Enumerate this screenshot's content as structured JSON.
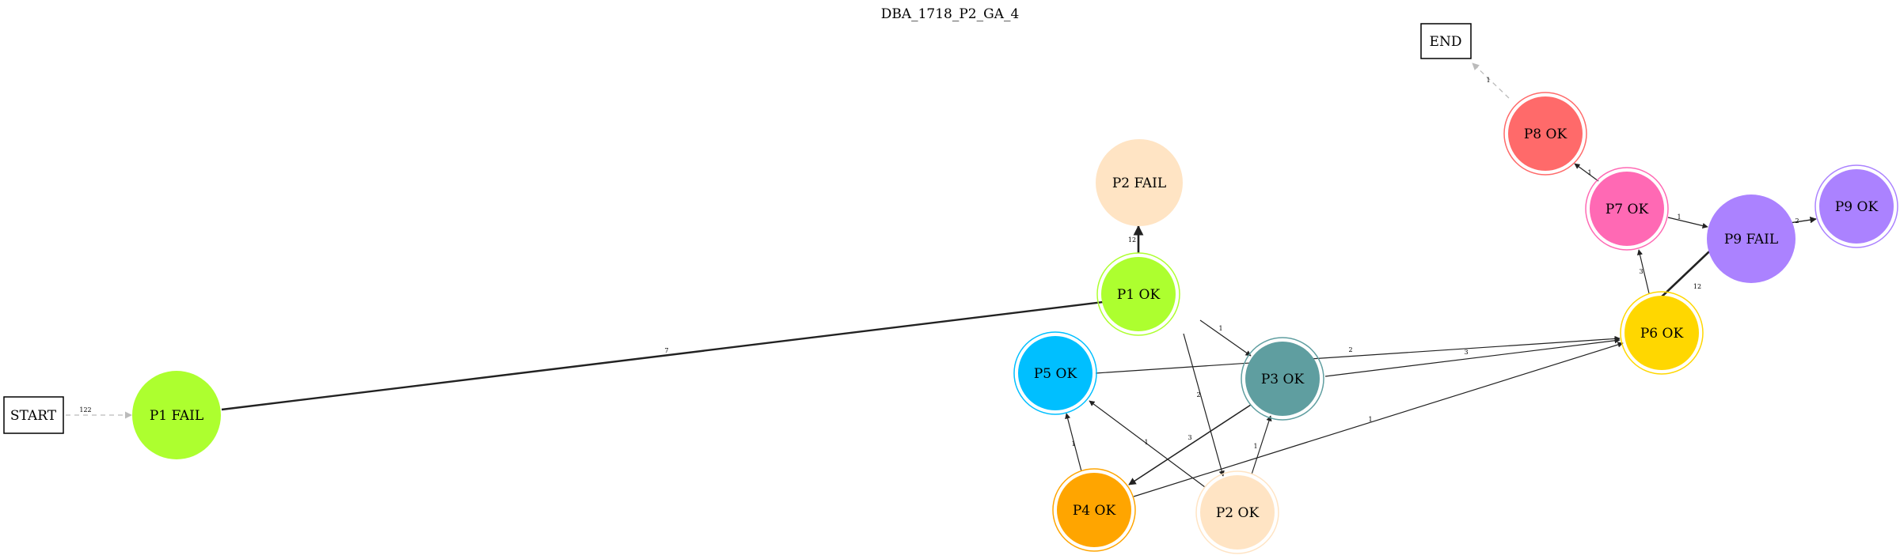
{
  "title": "DBA_1718_P2_GA_4",
  "colors": {
    "lime": "#adff2f",
    "peach": "#ffe4c4",
    "teal": "#5f9ea0",
    "cyan": "#00bfff",
    "orange": "#ffa500",
    "gold": "#ffd700",
    "pink": "#ff69b4",
    "salmon": "#ff6a6a",
    "purple": "#ab82ff",
    "edge": "#222222",
    "dashed": "#bbbbbb"
  },
  "nodes": {
    "start": {
      "label": "START"
    },
    "end": {
      "label": "END"
    },
    "p1_fail": {
      "label": "P1 FAIL"
    },
    "p1_ok": {
      "label": "P1 OK"
    },
    "p2_fail": {
      "label": "P2 FAIL"
    },
    "p5_ok": {
      "label": "P5 OK"
    },
    "p3_ok": {
      "label": "P3 OK"
    },
    "p4_ok": {
      "label": "P4 OK"
    },
    "p2_ok": {
      "label": "P2 OK"
    },
    "p6_ok": {
      "label": "P6 OK"
    },
    "p7_ok": {
      "label": "P7 OK"
    },
    "p8_ok": {
      "label": "P8 OK"
    },
    "p9_fail": {
      "label": "P9 FAIL"
    },
    "p9_ok": {
      "label": "P9 OK"
    }
  },
  "edges": {
    "start_p1fail": "122",
    "p1fail_p1ok": "7",
    "p1ok_p2fail": "12",
    "p1ok_p3ok": "1",
    "p1ok_p2ok": "2",
    "p5ok_p6ok": "2",
    "p3ok_p6ok": "3",
    "p3ok_p4ok": "3",
    "p4ok_p5ok": "1",
    "p4ok_p6ok": "1",
    "p2ok_p5ok": "1",
    "p2ok_p3ok": "1",
    "p6ok_p7ok": "3",
    "p6ok_p9fail": "12",
    "p7ok_p8ok": "1",
    "p7ok_p9fail": "1",
    "p9fail_p9ok": "2",
    "p8ok_end": "1"
  }
}
